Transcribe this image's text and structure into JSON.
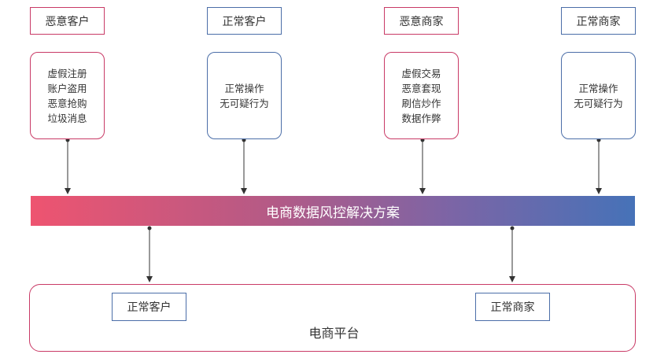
{
  "actors": [
    {
      "id": "malicious-customer",
      "title": "恶意客户",
      "type": "bad",
      "lines": [
        "虚假注册",
        "账户盗用",
        "恶意抢购",
        "垃圾消息"
      ]
    },
    {
      "id": "normal-customer",
      "title": "正常客户",
      "type": "good",
      "lines": [
        "正常操作",
        "无可疑行为"
      ]
    },
    {
      "id": "malicious-merchant",
      "title": "恶意商家",
      "type": "bad",
      "lines": [
        "虚假交易",
        "恶意套现",
        "刷信炒作",
        "数据作弊"
      ]
    },
    {
      "id": "normal-merchant",
      "title": "正常商家",
      "type": "good",
      "lines": [
        "正常操作",
        "无可疑行为"
      ]
    }
  ],
  "solution": {
    "label": "电商数据风控解决方案"
  },
  "platform": {
    "title": "电商平台",
    "members": [
      "正常客户",
      "正常商家"
    ]
  },
  "colors": {
    "malicious": "#c93a66",
    "normal": "#4b6ea8",
    "gradient_start": "#ee5470",
    "gradient_end": "#4672b8"
  }
}
